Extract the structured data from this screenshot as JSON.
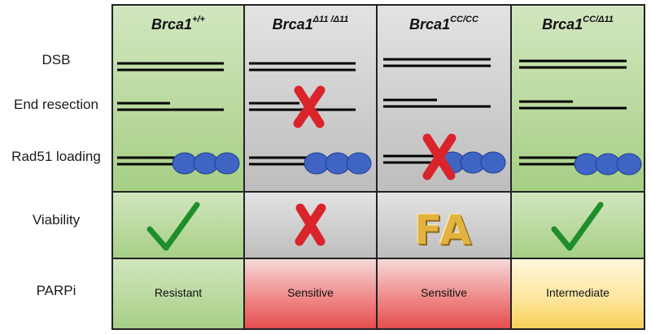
{
  "columns": [
    {
      "gene": "Brca1",
      "genotype": "+/+",
      "parpi": "Resistant"
    },
    {
      "gene": "Brca1",
      "genotype": "Δ11 /Δ11",
      "parpi": "Sensitive"
    },
    {
      "gene": "Brca1",
      "genotype": "CC/CC",
      "parpi": "Sensitive"
    },
    {
      "gene": "Brca1",
      "genotype": "CC/Δ11",
      "parpi": "Intermediate"
    }
  ],
  "rows": {
    "dsb": "DSB",
    "end_resection": "End resection",
    "rad51_loading": "Rad51 loading",
    "viability": "Viability",
    "parpi": "PARPi"
  },
  "viability": {
    "fa_label": "FA"
  },
  "colors": {
    "green": "#a6cf85",
    "gray": "#bdbdbd",
    "red": "#e44c4c",
    "yellow": "#f8cf58",
    "rad51": "#3f64c4",
    "cross": "#d9242c",
    "check": "#1e8e2a"
  }
}
